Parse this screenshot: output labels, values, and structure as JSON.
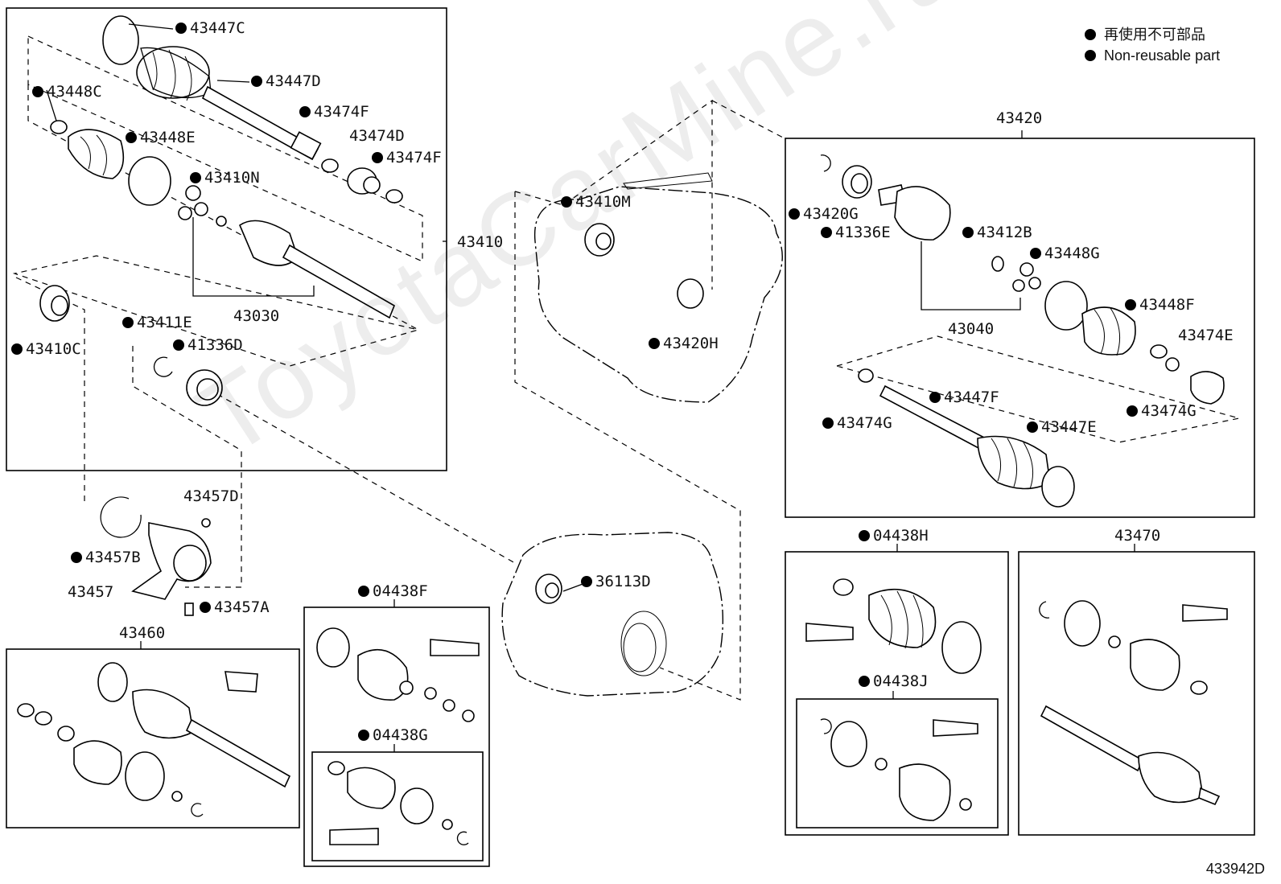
{
  "legend": {
    "line1": "再使用不可部品",
    "line2": "Non-reusable part"
  },
  "watermark": "ToyotaCarMine.ru",
  "diagram_code": "433942D",
  "labels": {
    "p43447C": "43447C",
    "p43447D": "43447D",
    "p43448C": "43448C",
    "p43448E": "43448E",
    "p43474F_a": "43474F",
    "p43474D": "43474D",
    "p43474F_b": "43474F",
    "p43410N": "43410N",
    "p43410": "43410",
    "p43030": "43030",
    "p43410C": "43410C",
    "p43411E": "43411E",
    "p41336D": "41336D",
    "p43457D": "43457D",
    "p43457B": "43457B",
    "p43457": "43457",
    "p43457A": "43457A",
    "p43460": "43460",
    "p04438F": "04438F",
    "p04438G": "04438G",
    "p43410M": "43410M",
    "p43420H": "43420H",
    "p36113D": "36113D",
    "p43420": "43420",
    "p43420G": "43420G",
    "p41336E": "41336E",
    "p43412B": "43412B",
    "p43448G": "43448G",
    "p43040": "43040",
    "p43448F": "43448F",
    "p43474E": "43474E",
    "p43474G_a": "43474G",
    "p43474G_b": "43474G",
    "p43447F": "43447F",
    "p43447E": "43447E",
    "p04438H": "04438H",
    "p04438J": "04438J",
    "p43470": "43470"
  }
}
